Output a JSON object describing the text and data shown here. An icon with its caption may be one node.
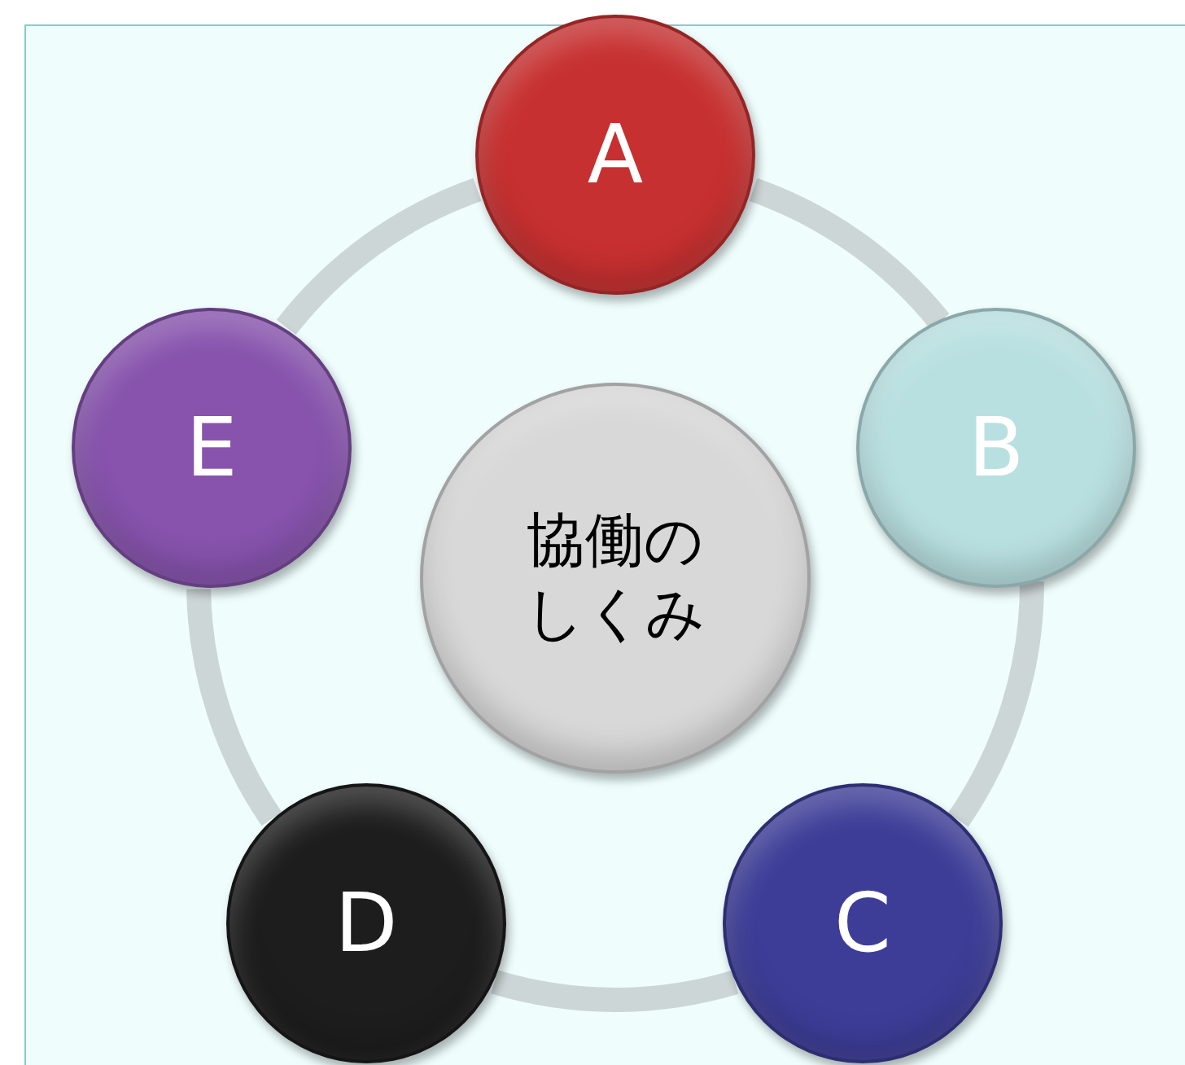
{
  "diagram": {
    "nodes": [
      {
        "text": [
          "A"
        ]
      },
      {
        "text": [
          "B"
        ]
      },
      {
        "text": [
          "C"
        ]
      },
      {
        "text": [
          "D"
        ]
      },
      {
        "text": [
          "E"
        ]
      },
      {
        "text": [
          "協働のしくみ"
        ]
      }
    ],
    "edges": [
      {
        "from": 0,
        "to": 1,
        "arrow": "none"
      },
      {
        "from": 1,
        "to": 2,
        "arrow": "none"
      },
      {
        "from": 2,
        "to": 3,
        "arrow": "none"
      },
      {
        "from": 3,
        "to": 4,
        "arrow": "none"
      },
      {
        "from": 4,
        "to": 0,
        "arrow": "none"
      }
    ]
  }
}
